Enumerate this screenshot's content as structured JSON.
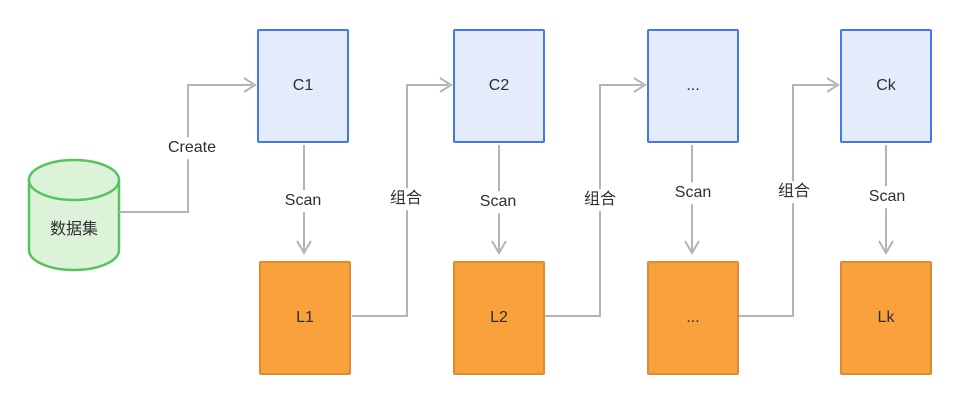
{
  "diagram": {
    "dataset_label": "数据集",
    "labels": {
      "create": "Create",
      "scan": "Scan",
      "combine": "组合"
    },
    "columns": [
      {
        "top": "C1",
        "bottom": "L1"
      },
      {
        "top": "C2",
        "bottom": "L2"
      },
      {
        "top": "...",
        "bottom": "..."
      },
      {
        "top": "Ck",
        "bottom": "Lk"
      }
    ],
    "colors": {
      "c_fill": "#e4ebfa",
      "c_border": "#4678ec",
      "l_fill": "#f9a23d",
      "l_border": "#dd8a30",
      "db_fill": "#dcf3d9",
      "db_border": "#55c45c",
      "wire": "#b4b4b4",
      "text": "#2f2f2f",
      "background": "#ffffff"
    }
  }
}
